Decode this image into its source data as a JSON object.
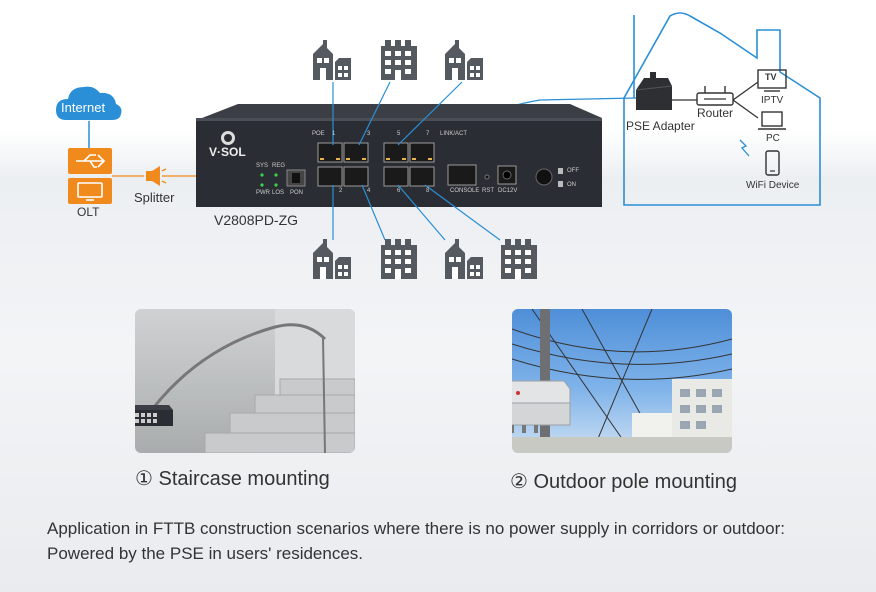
{
  "internet_label": "Internet",
  "olt_label": "OLT",
  "splitter_label": "Splitter",
  "device": {
    "brand": "V·SOL",
    "model": "V2808PD-ZG",
    "panel_labels": {
      "poe": "POE",
      "port1": "1",
      "port3": "3",
      "port5": "5",
      "port7": "7",
      "linkact": "LINK/ACT",
      "port2": "2",
      "port4": "4",
      "port6": "6",
      "port8": "8",
      "sys": "SYS",
      "reg": "REG",
      "pwr": "PWR",
      "los": "LOS",
      "pon": "PON",
      "console": "CONSOLE",
      "rst": "RST",
      "dc": "DC12V",
      "off": "OFF",
      "on": "ON"
    }
  },
  "home": {
    "pse_adapter": "PSE Adapter",
    "router": "Router",
    "tv_text": "TV",
    "iptv": "IPTV",
    "pc": "PC",
    "wifi_device": "WiFi Device"
  },
  "captions": {
    "staircase": "① Staircase mounting",
    "pole": "② Outdoor pole mounting"
  },
  "description": "Application in FTTB construction scenarios where there is no power supply in corridors or outdoor: Powered by the PSE in users' residences.",
  "colors": {
    "accent_blue": "#2a8fd6",
    "orange": "#f08a1c",
    "device_dark": "#2a2d33",
    "icon_gray": "#555a60"
  }
}
